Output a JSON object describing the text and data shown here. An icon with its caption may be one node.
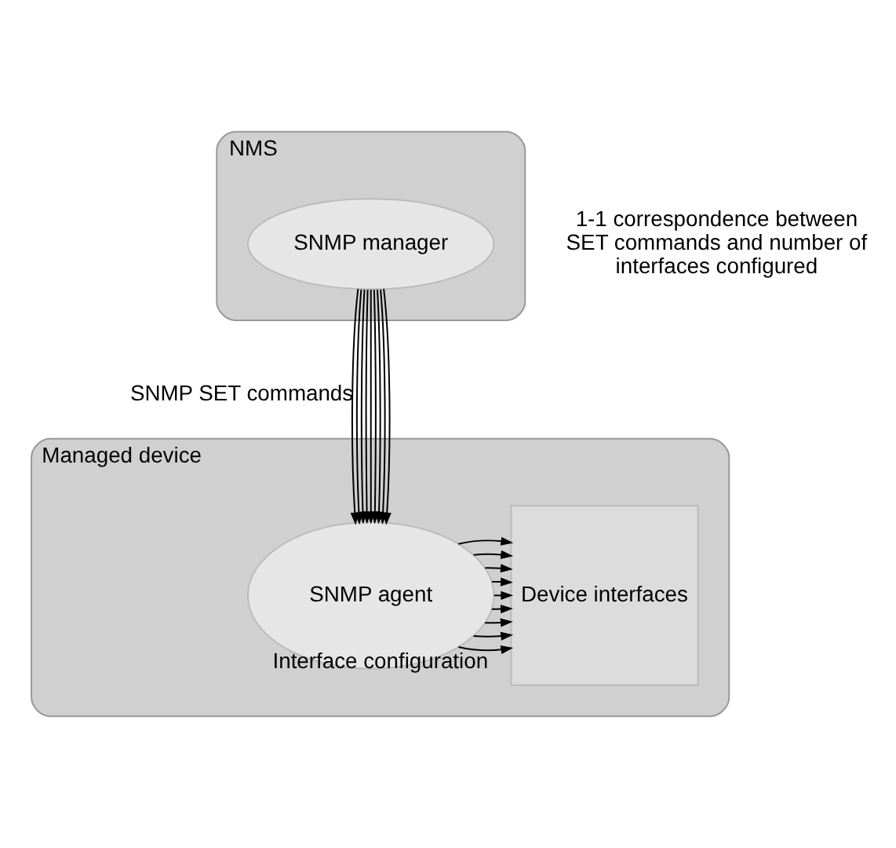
{
  "diagram": {
    "nodes": [
      {
        "text": [
          "NMS"
        ]
      },
      {
        "text": [
          "SNMP manager"
        ],
        "in": 0
      },
      {
        "text": [
          "Managed device"
        ]
      },
      {
        "text": [
          "SNMP agent"
        ],
        "in": 2
      },
      {
        "text": [
          "Device interfaces"
        ],
        "in": 2
      }
    ],
    "edges": [
      {
        "from": 1,
        "to": 3,
        "arrow": "to",
        "label": "SNMP SET commands"
      },
      {
        "from": 1,
        "to": 3,
        "arrow": "to"
      },
      {
        "from": 1,
        "to": 3,
        "arrow": "to"
      },
      {
        "from": 1,
        "to": 3,
        "arrow": "to"
      },
      {
        "from": 1,
        "to": 3,
        "arrow": "to"
      },
      {
        "from": 1,
        "to": 3,
        "arrow": "to"
      },
      {
        "from": 1,
        "to": 3,
        "arrow": "to"
      },
      {
        "from": 1,
        "to": 3,
        "arrow": "to"
      },
      {
        "from": 1,
        "to": 3,
        "arrow": "to"
      },
      {
        "from": 3,
        "to": 4,
        "arrow": "to",
        "label": "Interface configuration"
      },
      {
        "from": 3,
        "to": 4,
        "arrow": "to"
      },
      {
        "from": 3,
        "to": 4,
        "arrow": "to"
      },
      {
        "from": 3,
        "to": 4,
        "arrow": "to"
      },
      {
        "from": 3,
        "to": 4,
        "arrow": "to"
      },
      {
        "from": 3,
        "to": 4,
        "arrow": "to"
      },
      {
        "from": 3,
        "to": 4,
        "arrow": "to"
      },
      {
        "from": 3,
        "to": 4,
        "arrow": "to"
      },
      {
        "from": 3,
        "to": 4,
        "arrow": "to"
      }
    ],
    "labels": [
      "1-1 correspondence between SET commands and number of interfaces configured"
    ]
  }
}
